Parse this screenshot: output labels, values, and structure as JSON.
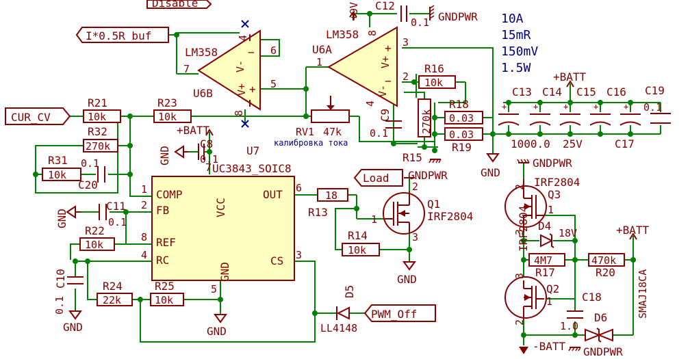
{
  "title_label": "Disable",
  "labels": {
    "i_buf": "I*0.5R_buf",
    "cur_cv": "CUR_CV",
    "load": "Load",
    "pwm_off": "PWM_Off",
    "calibration": "калибровка тока"
  },
  "notes": [
    "10A",
    "15mR",
    "150mV",
    "1.5W"
  ],
  "power": {
    "p9v": "+9V",
    "batt1": "+BATT",
    "batt2": "+BATT",
    "batt3": "+BATT",
    "minus_batt": "-BATT",
    "gndpwr": "GNDPWR",
    "gnd": "GND"
  },
  "opamps": {
    "u6b_type": "LM358",
    "u6b_ref": "U6B",
    "u6a_type": "LM358",
    "u6a_ref": "U6A",
    "vminus": "V-",
    "vplus": "V+",
    "plus": "+",
    "minus": "−"
  },
  "ic": {
    "ref": "U7",
    "type": "UC3843_SOIC8",
    "pins": {
      "comp": "COMP",
      "fb": "FB",
      "ref": "REF",
      "rc": "RC",
      "vcc": "VCC",
      "out": "OUT",
      "gnd": "GND",
      "cs": "CS"
    }
  },
  "pin_numbers": {
    "p1": "1",
    "p2": "2",
    "p3": "3",
    "p4": "4",
    "p5": "5",
    "p6": "6",
    "p7": "7",
    "p8": "8"
  },
  "components": {
    "R21": {
      "ref": "R21",
      "value": "10k"
    },
    "R23": {
      "ref": "R23",
      "value": "10k"
    },
    "R32": {
      "ref": "R32",
      "value": "270k"
    },
    "R31": {
      "ref": "R31",
      "value": "10k"
    },
    "C20": {
      "ref": "C20",
      "value": "0.1"
    },
    "C8": {
      "ref": "C8",
      "value": "0.1"
    },
    "C11": {
      "ref": "C11",
      "value": "0.1"
    },
    "R22": {
      "ref": "R22",
      "value": "10k"
    },
    "C10": {
      "ref": "C10",
      "value": "0.1"
    },
    "R24": {
      "ref": "R24",
      "value": "22k"
    },
    "R25": {
      "ref": "R25",
      "value": "10k"
    },
    "R13": {
      "ref": "R13",
      "value": "18"
    },
    "R14": {
      "ref": "R14",
      "value": "10k"
    },
    "Q1": {
      "ref": "Q1",
      "value": "IRF2804"
    },
    "D5": {
      "ref": "D5",
      "value": "LL4148"
    },
    "RV1": {
      "ref": "RV1",
      "value": "47k"
    },
    "C12": {
      "ref": "C12",
      "value": "0.1"
    },
    "R16": {
      "ref": "R16",
      "value": "10k"
    },
    "C9": {
      "ref": "C9",
      "value": "0.1"
    },
    "R15": {
      "ref": "R15",
      "value": "270k"
    },
    "R18": {
      "ref": "R18",
      "value": "0.03"
    },
    "R19": {
      "ref": "R19",
      "value": "0.03"
    },
    "C13": {
      "ref": "C13"
    },
    "C14": {
      "ref": "C14"
    },
    "C15": {
      "ref": "C15"
    },
    "C16": {
      "ref": "C16"
    },
    "C17": {
      "ref": "C17"
    },
    "C19": {
      "ref": "C19",
      "value": "0.1"
    },
    "cap_bank_value": "1000.0",
    "cap_bank_voltage": "25V",
    "Q3": {
      "ref": "Q3",
      "value": "IRF2804"
    },
    "Q2": {
      "ref": "Q2",
      "value": "IRF2804"
    },
    "D4": {
      "ref": "D4",
      "value": "18V"
    },
    "R17": {
      "ref": "R17",
      "value": "4M7"
    },
    "R20": {
      "ref": "R20",
      "value": "470k"
    },
    "C18": {
      "ref": "C18",
      "value": "1.0"
    },
    "D6": {
      "ref": "D6",
      "value": "SMAJ18CA"
    }
  },
  "colors": {
    "wire": "#007f00",
    "component": "#840000",
    "annotation": "#00007f",
    "junction": "#007f00",
    "background": "#ffffff"
  }
}
